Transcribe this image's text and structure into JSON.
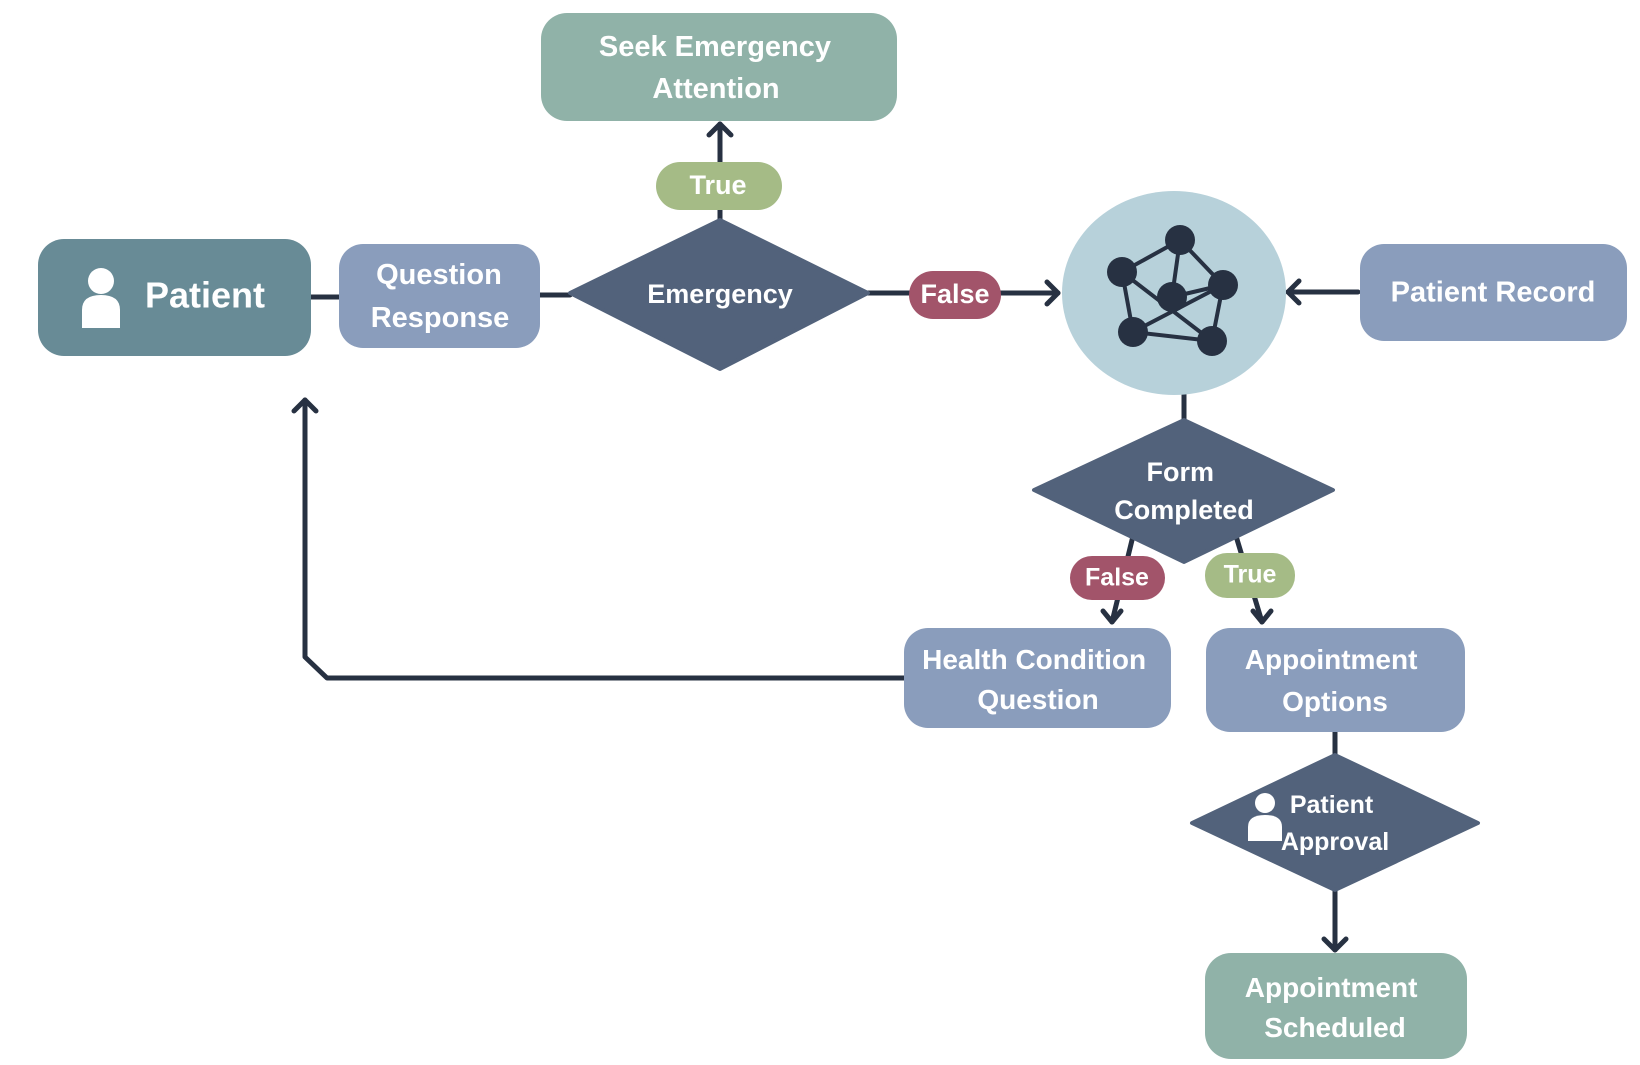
{
  "colors": {
    "connector": "#273142",
    "patient_box": "#688b96",
    "step_box": "#8a9dbc",
    "outcome_box": "#90b2a8",
    "decision": "#52627b",
    "ai_hub": "#b7d1da",
    "true_pill": "#a5bb86",
    "false_pill": "#a2546a"
  },
  "icons": {
    "patient": "person-icon",
    "ai_hub": "network-graph-icon",
    "approval": "person-icon"
  },
  "nodes": {
    "patient": {
      "label": "Patient"
    },
    "question_response": {
      "line1": "Question",
      "line2": "Response"
    },
    "emergency": {
      "label": "Emergency"
    },
    "seek_emergency": {
      "line1": "Seek Emergency",
      "line2": "Attention"
    },
    "patient_record": {
      "label": "Patient Record"
    },
    "form_completed": {
      "line1": "Form",
      "line2": "Completed"
    },
    "health_question": {
      "line1": "Health Condition",
      "line2": "Question"
    },
    "appointment_options": {
      "line1": "Appointment",
      "line2": "Options"
    },
    "patient_approval": {
      "line1": "Patient",
      "line2": "Approval"
    },
    "appointment_scheduled": {
      "line1": "Appointment",
      "line2": "Scheduled"
    }
  },
  "edges": {
    "emergency_true": "True",
    "emergency_false": "False",
    "form_false": "False",
    "form_true": "True"
  }
}
